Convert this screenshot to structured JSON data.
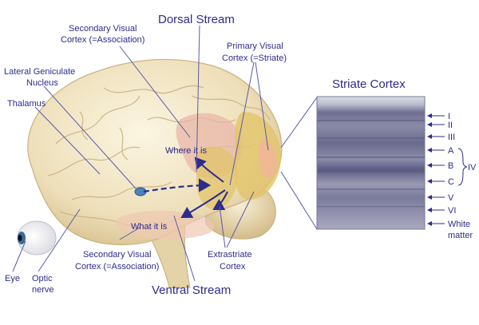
{
  "labels": {
    "dorsal_stream": "Dorsal Stream",
    "ventral_stream": "Ventral Stream",
    "secondary_visual_top_line1": "Secondary Visual",
    "secondary_visual_top_line2": "Cortex (=Association)",
    "primary_visual_line1": "Primary Visual",
    "primary_visual_line2": "Cortex (=Striate)",
    "lgn_line1": "Lateral Geniculate",
    "lgn_line2": "Nucleus",
    "thalamus": "Thalamus",
    "where_it_is": "Where it is",
    "what_it_is": "What it is",
    "eye": "Eye",
    "optic_nerve_line1": "Optic",
    "optic_nerve_line2": "nerve",
    "secondary_visual_bottom_line1": "Secondary Visual",
    "secondary_visual_bottom_line2": "Cortex (=Association)",
    "extrastriate_line1": "Extrastriate",
    "extrastriate_line2": "Cortex"
  },
  "striate": {
    "title": "Striate Cortex",
    "layers": [
      "I",
      "II",
      "III",
      "A",
      "B",
      "C",
      "V",
      "VI"
    ],
    "layer_iv": "IV",
    "white_matter_line1": "White",
    "white_matter_line2": "matter"
  },
  "colors": {
    "label_text": "#2c2c8c",
    "brain_cream": "#f3e9cc",
    "brain_shadow": "#d9c79a",
    "visual_area_pink": "#e8b7a8",
    "visual_area_yellow": "#e2c46a",
    "striate_tissue": "#5a5a82"
  }
}
